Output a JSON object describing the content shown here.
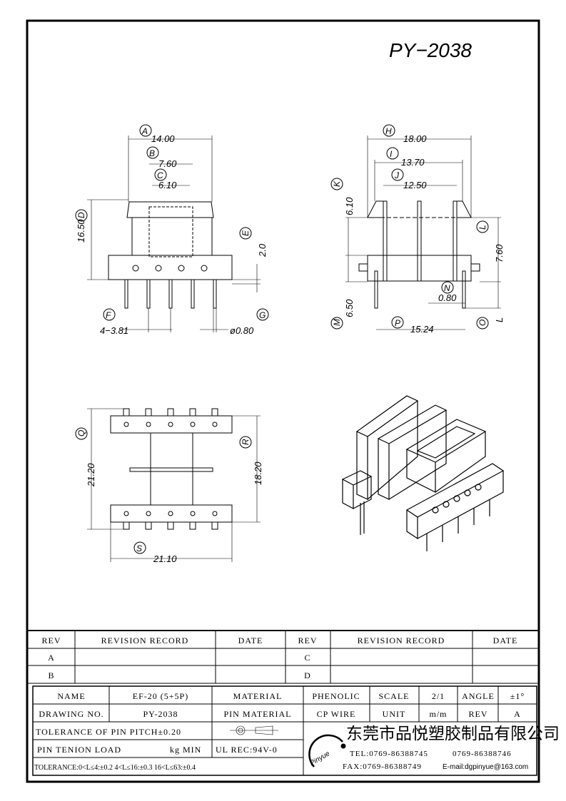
{
  "drawing_no_title": "PY−2038",
  "front_view": {
    "A": "A",
    "A_val": "14.00",
    "B": "B",
    "B_val": "7.60",
    "C": "C",
    "C_val": "6.10",
    "D": "D",
    "D_val": "16.50",
    "E": "E",
    "E_val": "2.0",
    "F": "F",
    "F_val": "4−3.81",
    "G": "G",
    "G_val": "ø0.80"
  },
  "side_view": {
    "H": "H",
    "H_val": "18.00",
    "I": "I",
    "I_val": "13.70",
    "J": "J",
    "J_val": "12.50",
    "K": "K",
    "K_val": "6.10",
    "L": "L",
    "L_val": "7.60",
    "M": "M",
    "M_val": "6.50",
    "N": "N",
    "N_val": "0.80",
    "O": "O",
    "O_val": "L",
    "P": "P",
    "P_val": "15.24"
  },
  "bottom_view": {
    "Q": "Q",
    "Q_val": "21.20",
    "R": "R",
    "R_val": "18.20",
    "S": "S",
    "S_val": "21.10"
  },
  "revision_table": {
    "headers": [
      "REV",
      "REVISION RECORD",
      "DATE",
      "REV",
      "REVISION RECORD",
      "DATE"
    ],
    "rows": [
      [
        "A",
        "",
        "",
        "C",
        "",
        ""
      ],
      [
        "B",
        "",
        "",
        "D",
        "",
        ""
      ]
    ]
  },
  "title_block": {
    "name_label": "NAME",
    "name": "EF-20 (5+5P)",
    "material_label": "MATERIAL",
    "material": "PHENOLIC",
    "scale_label": "SCALE",
    "scale": "2/1",
    "angle_label": "ANGLE",
    "angle": "±1°",
    "drawing_no_label": "DRAWING NO.",
    "drawing_no": "PY-2038",
    "pin_material_label": "PIN MATERIAL",
    "pin_material": "CP WIRE",
    "unit_label": "UNIT",
    "unit": "m/m",
    "rev_label": "REV",
    "rev": "A",
    "pin_pitch_tol": "TOLERANCE OF PIN PITCH±0.20",
    "pin_tension": "PIN TENION LOAD",
    "pin_tension_unit": "kg MIN",
    "ul_rec": "UL REC:94V-0",
    "tolerance": "TOLERANCE:0<L≤4:±0.2  4<L≤16:±0.3  16<L≤63:±0.4",
    "company": "东莞市品悦塑胶制品有限公司",
    "logo": "Pinyue",
    "tel": "TEL:0769-86388745",
    "tel2": "0769-86388746",
    "fax": "FAX:0769-86388749",
    "email": "E-mail:dgpinyue@163.com"
  }
}
